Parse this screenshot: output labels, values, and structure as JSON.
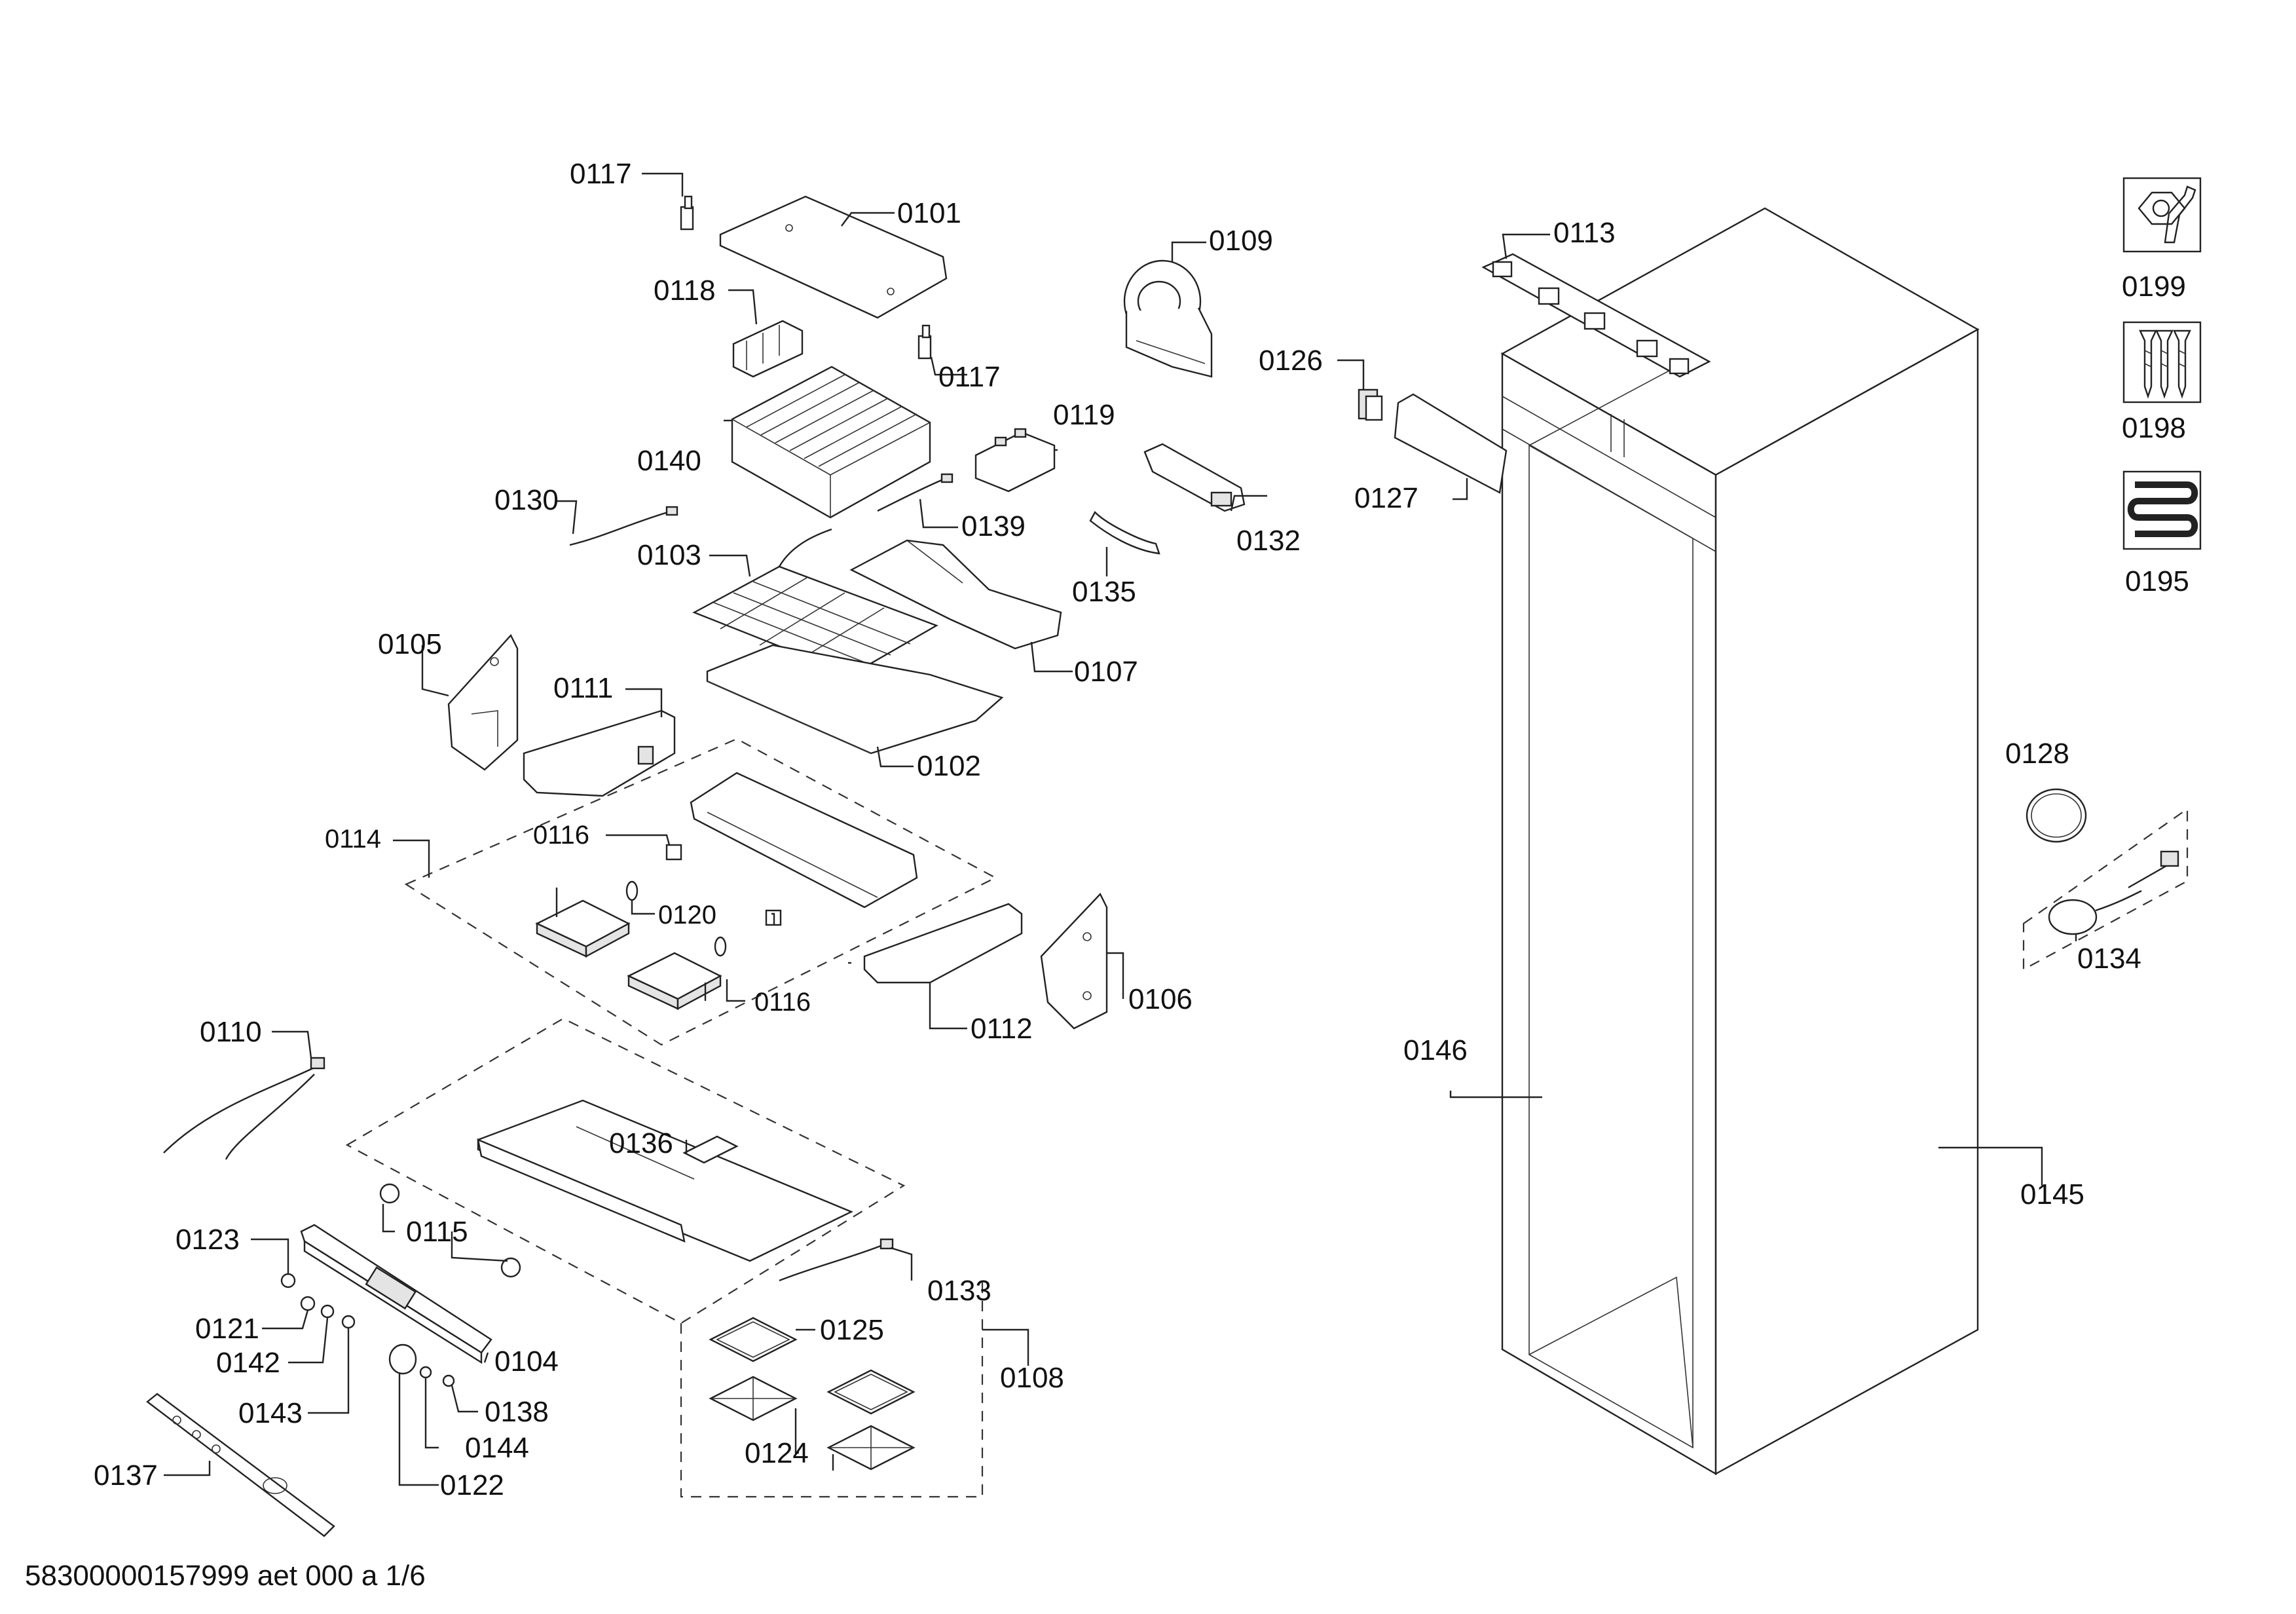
{
  "document": {
    "footer_code": "58300000157999 aet 000 a 1/6"
  },
  "labels": {
    "l0117a": "0117",
    "l0101": "0101",
    "l0118": "0118",
    "l0117b": "0117",
    "l0109": "0109",
    "l0113": "0113",
    "l0126": "0126",
    "l0140": "0140",
    "l0119": "0119",
    "l0130": "0130",
    "l0139": "0139",
    "l0127": "0127",
    "l0132": "0132",
    "l0103": "0103",
    "l0135": "0135",
    "l0105": "0105",
    "l0107": "0107",
    "l0111": "0111",
    "l0102": "0102",
    "l0114": "0114",
    "l0116a": "0116",
    "l0120": "0120",
    "l0116b": "0116",
    "l0112": "0112",
    "l0106": "0106",
    "l0110": "0110",
    "l0146": "0146",
    "l0136": "0136",
    "l0115": "0115",
    "l0123": "0123",
    "l0133": "0133",
    "l0145": "0145",
    "l0121": "0121",
    "l0104": "0104",
    "l0125": "0125",
    "l0142": "0142",
    "l0108": "0108",
    "l0143": "0143",
    "l0138": "0138",
    "l0144": "0144",
    "l0124": "0124",
    "l0137": "0137",
    "l0122": "0122",
    "l0199": "0199",
    "l0198": "0198",
    "l0195": "0195",
    "l0128": "0128",
    "l0134": "0134"
  },
  "icons": {
    "tool_kit": "wrench-nut-icon",
    "screws": "screws-icon",
    "coil": "coil-icon"
  }
}
